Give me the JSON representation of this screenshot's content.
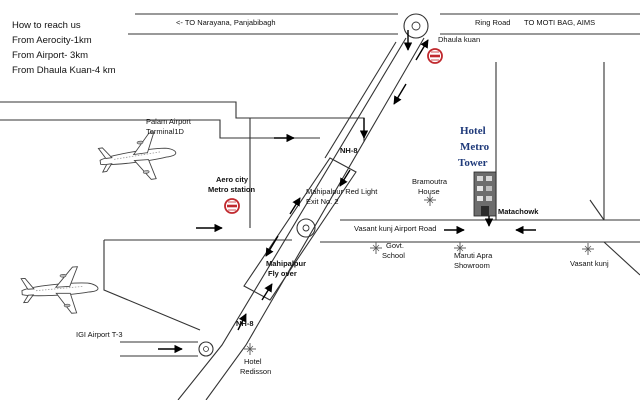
{
  "directions": {
    "title": "How to reach us",
    "lines": [
      "From Aerocity-1km",
      "From Airport- 3km",
      "From Dhaula Kuan-4 km"
    ]
  },
  "roads": {
    "top_road_left": "<- TO Narayana, Panjabibagh",
    "ring_road": "Ring Road",
    "ring_road_dest": "TO MOTI BAG, AIMS",
    "nh8_upper": "NH-8",
    "nh8_lower": "NH-8",
    "vasant_kunj_road": "Vasant kunj Airport Road"
  },
  "places": {
    "dhaula_kuan": "Dhaula kuan",
    "palam_line1": "Palam Airport",
    "palam_line2": "Terminal1D",
    "aerocity_line1": "Aero city",
    "aerocity_line2": "Metro station",
    "red_light_line1": "Mahipalpur Red Light",
    "red_light_line2": "Exit No. 2",
    "bramputra_line1": "Bramoutra",
    "bramputra_line2": "House",
    "flyover_line1": "Mahipalpur",
    "flyover_line2": "Fly over",
    "govt_school_line1": "Govt.",
    "govt_school_line2": "School",
    "maruti_line1": "Maruti Apra",
    "maruti_line2": "Showroom",
    "vasant_kunj": "Vasant kunj",
    "matachowk": "Matachowk",
    "igi_airport": "IGI Airport  T-3",
    "hotel_radisson_line1": "Hotel",
    "hotel_radisson_line2": "Redisson"
  },
  "hotel": {
    "line1": "Hotel",
    "line2": "Metro",
    "line3": "Tower"
  },
  "colors": {
    "hotel_text": "#1f3a7a",
    "metro_icon": "#c0282d",
    "roads": "#333333"
  },
  "icons": [
    "airplane-icon",
    "metro-icon",
    "landmark-star-icon",
    "roundabout-icon",
    "direction-arrow-icon",
    "building-photo-icon"
  ]
}
